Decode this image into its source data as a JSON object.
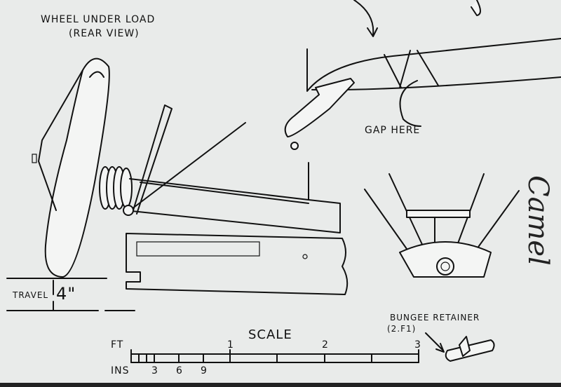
{
  "title_line1": "WHEEL UNDER LOAD",
  "title_line2": "(REAR VIEW)",
  "gap_label": "GAP HERE",
  "side_title": "Camel",
  "travel": {
    "label": "TRAVEL",
    "value": "4\""
  },
  "scale": {
    "title": "SCALE",
    "ft_label": "FT",
    "ft_ticks": [
      "1",
      "2",
      "3"
    ],
    "ins_label": "INS",
    "ins_ticks": [
      "3",
      "6",
      "9"
    ]
  },
  "bungee": {
    "line1": "BUNGEE RETAINER",
    "line2": "(2.F1)"
  }
}
